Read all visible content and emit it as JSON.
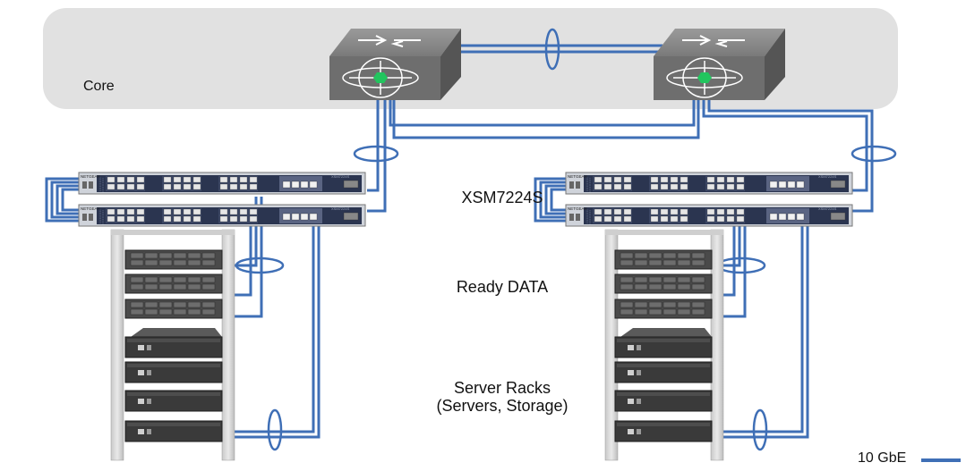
{
  "labels": {
    "core": "Core",
    "switch_model": "XSM7224S",
    "storage": "Ready DATA",
    "servers_line1": "Server Racks",
    "servers_line2": "(Servers, Storage)",
    "legend": "10 GbE"
  },
  "switch_faceplate": {
    "brand": "NETGEAR",
    "model_tag": "XSM7224S"
  },
  "colors": {
    "link": "#3f6fb6",
    "core_zone": "#e1e1e1",
    "core_switch": "#6e6e6e",
    "core_switch_center": "#22c55e",
    "switch_body": "#2b3550",
    "rack": "#d4d4d4",
    "storage_unit": "#4a4a4a",
    "server_unit": "#3a3a3a"
  },
  "icons": {
    "core_switch": "core-switch-icon",
    "lag": "link-aggregation-icon"
  }
}
